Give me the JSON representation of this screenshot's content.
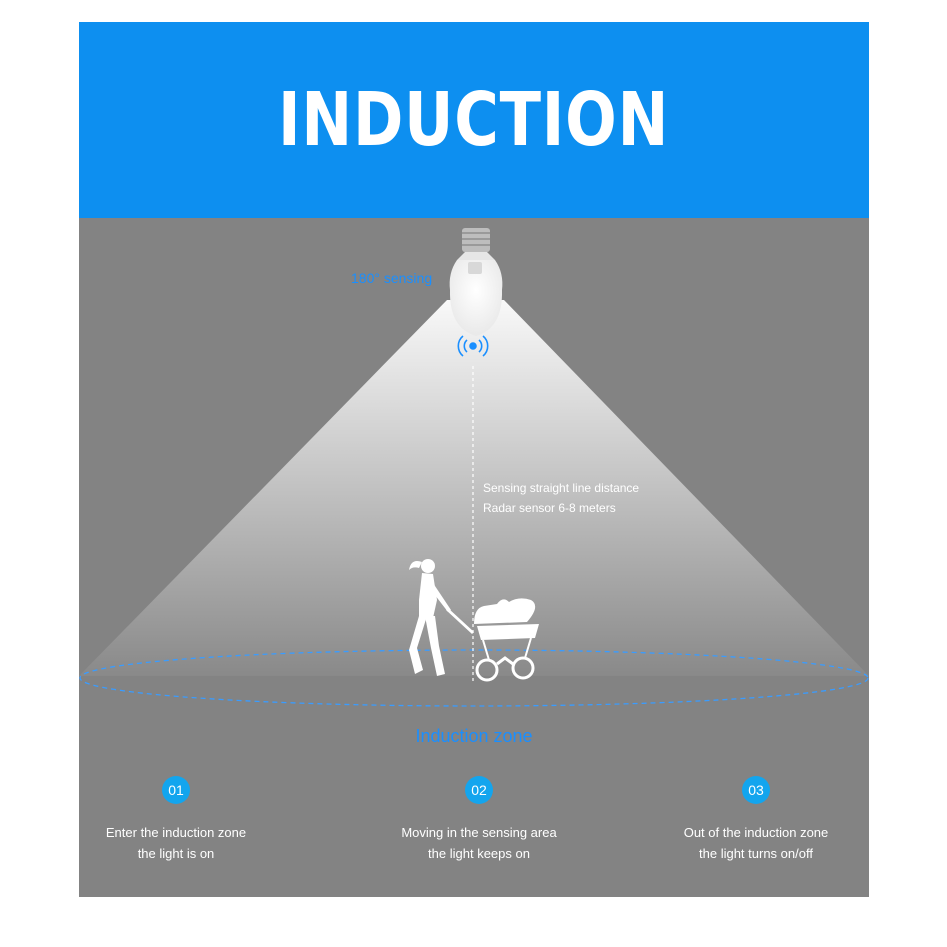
{
  "banner": {
    "title": "INDUCTION"
  },
  "diagram": {
    "sensing_label": "180° sensing",
    "distance_line1": "Sensing straight line distance",
    "distance_line2": "Radar sensor 6-8 meters",
    "zone_label": "Induction zone"
  },
  "steps": [
    {
      "number": "01",
      "line1": "Enter the induction zone",
      "line2": "the light is on"
    },
    {
      "number": "02",
      "line1": "Moving in the sensing area",
      "line2": "the light keeps on"
    },
    {
      "number": "03",
      "line1": "Out of the induction zone",
      "line2": "the light turns on/off"
    }
  ],
  "colors": {
    "banner": "#0d8ff0",
    "background": "#838383",
    "accent": "#1a8fff",
    "badge": "#13a5ee"
  },
  "icons": [
    "light-bulb-icon",
    "radar-signal-icon",
    "woman-with-stroller-icon"
  ]
}
